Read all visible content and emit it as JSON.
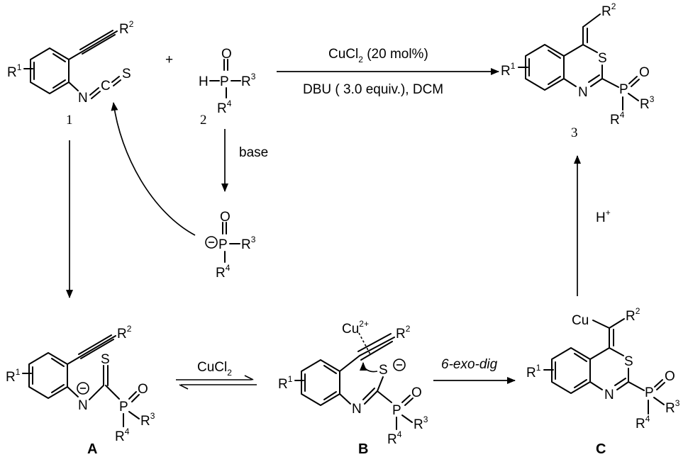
{
  "reaction": {
    "reagent_line1": "CuCl",
    "reagent_line1_sub": "2",
    "reagent_line1_rest": " (20 mol%)",
    "reagent_line2": "DBU ( 3.0 equiv.), DCM",
    "plus": "+",
    "base_label": "base",
    "proton_label": "H",
    "proton_sup": "+",
    "equilibrium_label": "CuCl",
    "equilibrium_sub": "2",
    "cyclization_label": "6-exo-dig"
  },
  "compounds": {
    "c1": {
      "number": "1"
    },
    "c2": {
      "number": "2"
    },
    "c3": {
      "number": "3"
    },
    "A": {
      "label": "A"
    },
    "B": {
      "label": "B"
    },
    "C": {
      "label": "C"
    }
  },
  "atoms": {
    "R": "R",
    "sup1": "1",
    "sup2": "2",
    "sup3": "3",
    "sup4": "4",
    "N": "N",
    "S": "S",
    "C": "C",
    "O": "O",
    "P": "P",
    "H": "H",
    "Cu": "Cu",
    "cu_charge": "2+",
    "minus": "−"
  }
}
